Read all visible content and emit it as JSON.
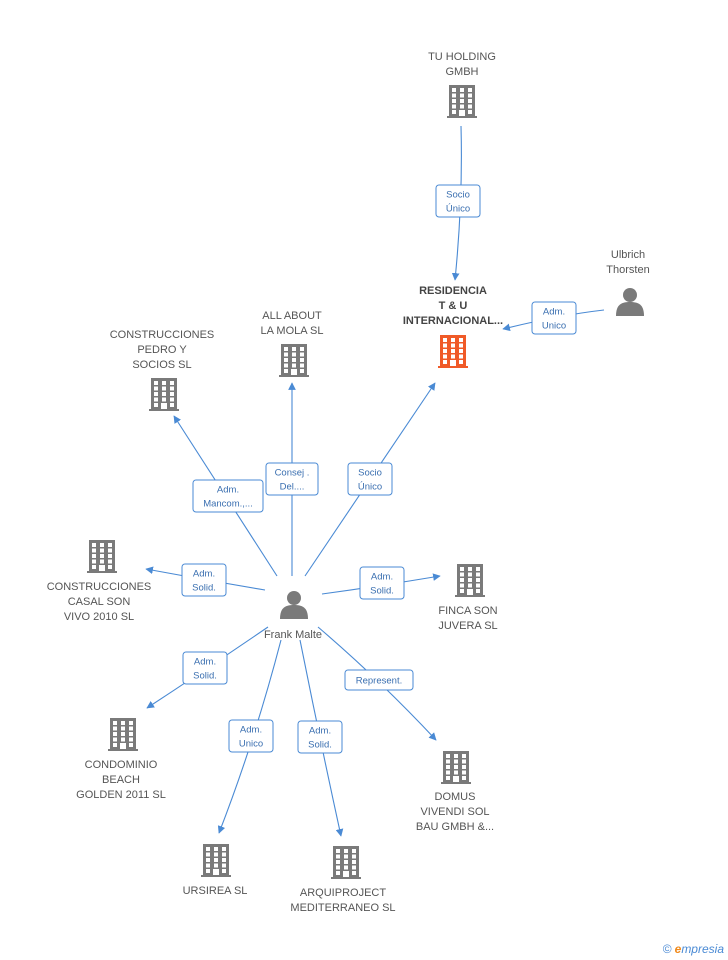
{
  "colors": {
    "edge": "#4a8ad4",
    "company": "#7a7a7a",
    "focus": "#f05a28",
    "person": "#7a7a7a"
  },
  "nodes": [
    {
      "id": "tu_holding",
      "type": "company",
      "lines": [
        "TU HOLDING",
        "GMBH"
      ]
    },
    {
      "id": "residencia",
      "type": "company",
      "focus": true,
      "lines": [
        "RESIDENCIA",
        "T & U",
        "INTERNACIONAL..."
      ]
    },
    {
      "id": "ulbrich",
      "type": "person",
      "lines": [
        "Ulbrich",
        "Thorsten"
      ]
    },
    {
      "id": "all_about",
      "type": "company",
      "lines": [
        "ALL ABOUT",
        "LA MOLA  SL"
      ]
    },
    {
      "id": "construcciones_pedro",
      "type": "company",
      "lines": [
        "CONSTRUCCIONES",
        "PEDRO Y",
        "SOCIOS SL"
      ]
    },
    {
      "id": "construcciones_casal",
      "type": "company",
      "lines": [
        "CONSTRUCCIONES",
        "CASAL SON",
        "VIVO 2010 SL"
      ]
    },
    {
      "id": "frank",
      "type": "person",
      "lines": [
        "Frank Malte"
      ]
    },
    {
      "id": "finca",
      "type": "company",
      "lines": [
        "FINCA SON",
        "JUVERA SL"
      ]
    },
    {
      "id": "condominio",
      "type": "company",
      "lines": [
        "CONDOMINIO",
        "BEACH",
        "GOLDEN 2011 SL"
      ]
    },
    {
      "id": "domus",
      "type": "company",
      "lines": [
        "DOMUS",
        "VIVENDI SOL",
        "BAU GMBH &..."
      ]
    },
    {
      "id": "ursirea",
      "type": "company",
      "lines": [
        "URSIREA  SL"
      ]
    },
    {
      "id": "arquiproject",
      "type": "company",
      "lines": [
        "ARQUIPROJECT",
        "MEDITERRANEO SL"
      ]
    }
  ],
  "edges": [
    {
      "from": "tu_holding",
      "to": "residencia",
      "lines": [
        "Socio",
        "Único"
      ]
    },
    {
      "from": "ulbrich",
      "to": "residencia",
      "lines": [
        "Adm.",
        "Unico"
      ]
    },
    {
      "from": "frank",
      "to": "residencia",
      "lines": [
        "Socio",
        "Único"
      ]
    },
    {
      "from": "frank",
      "to": "all_about",
      "lines": [
        "Consej .",
        "Del...."
      ]
    },
    {
      "from": "frank",
      "to": "construcciones_pedro",
      "lines": [
        "Adm.",
        "Mancom.,..."
      ]
    },
    {
      "from": "frank",
      "to": "construcciones_casal",
      "lines": [
        "Adm.",
        "Solid."
      ]
    },
    {
      "from": "frank",
      "to": "finca",
      "lines": [
        "Adm.",
        "Solid."
      ]
    },
    {
      "from": "frank",
      "to": "condominio",
      "lines": [
        "Adm.",
        "Solid."
      ]
    },
    {
      "from": "frank",
      "to": "domus",
      "lines": [
        "Represent."
      ]
    },
    {
      "from": "frank",
      "to": "ursirea",
      "lines": [
        "Adm.",
        "Unico"
      ]
    },
    {
      "from": "frank",
      "to": "arquiproject",
      "lines": [
        "Adm.",
        "Solid."
      ]
    }
  ],
  "footer": {
    "copyright": "©",
    "brand_initial": "e",
    "brand_rest": "mpresia"
  }
}
